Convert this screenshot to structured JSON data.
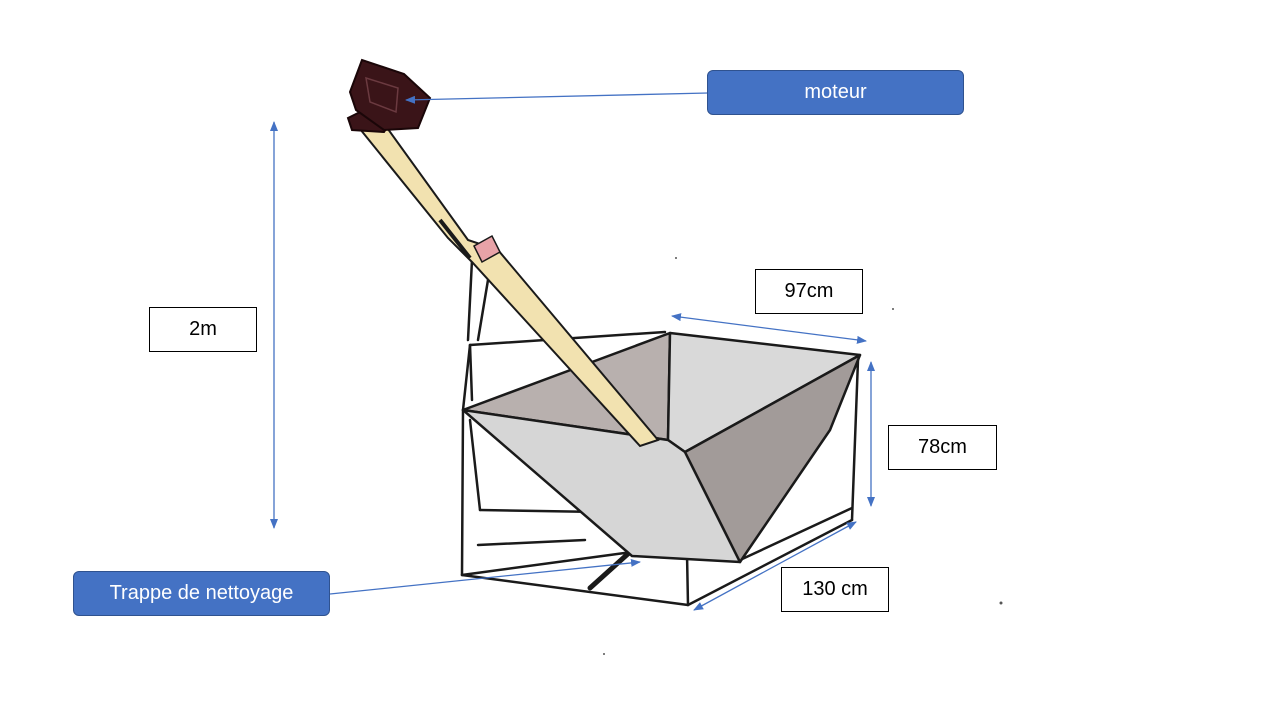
{
  "labels": {
    "motor": "moteur",
    "cleaning_hatch": "Trappe de nettoyage",
    "height_total": "2m",
    "depth": "97cm",
    "hopper_height": "78cm",
    "width": "130 cm"
  },
  "colors": {
    "callout_fill": "#4472c4",
    "arrow": "#4472c4",
    "motor": "#3a1418",
    "tube": "#f2e2b0",
    "hopper_light": "#d6d6d6",
    "hopper_dark": "#a29b99",
    "collar": "#e8a3a8"
  }
}
